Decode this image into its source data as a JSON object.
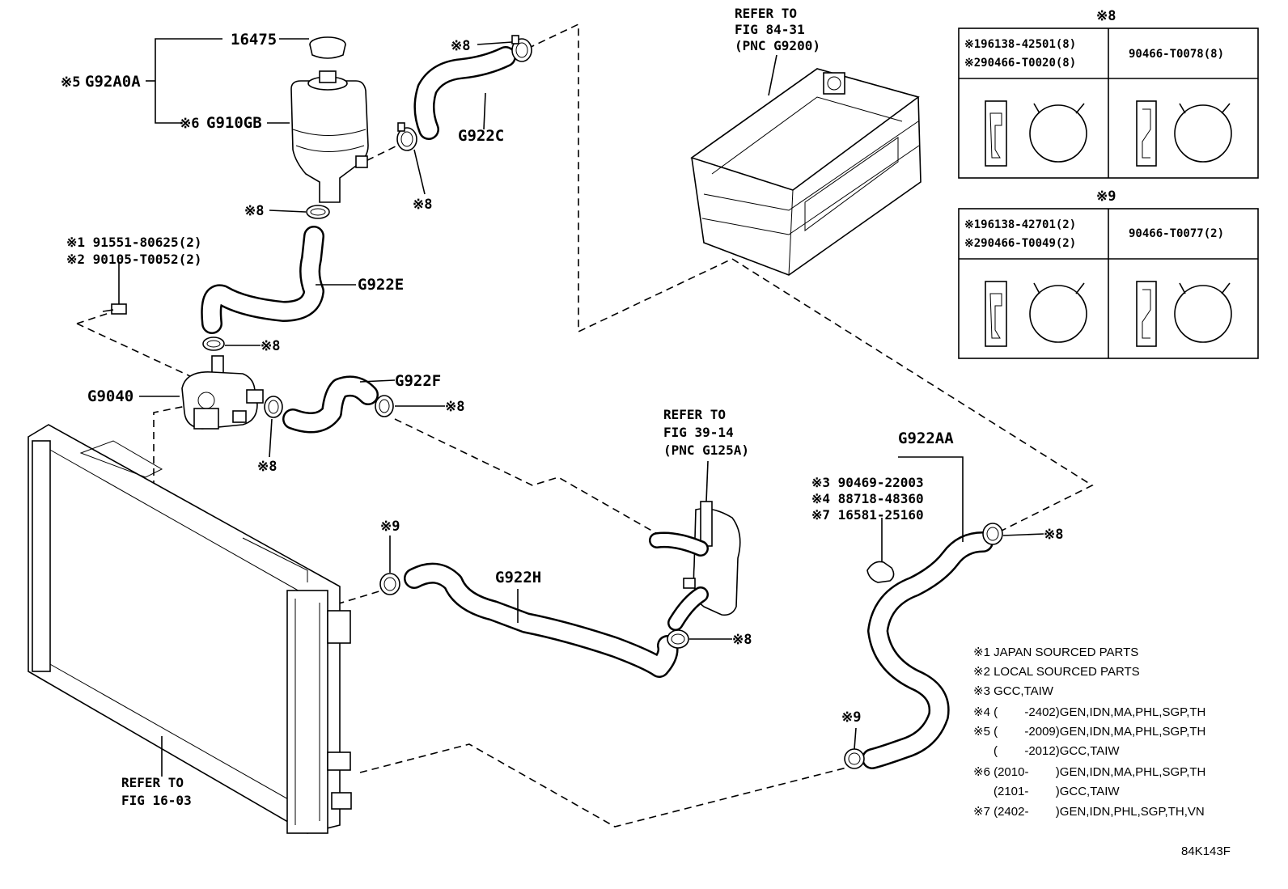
{
  "callouts": {
    "c16475": "16475",
    "g92a0a": "G92A0A",
    "g92a0a_note": "※5",
    "g910gb": "G910GB",
    "g910gb_note": "※6",
    "g922c": "G922C",
    "g922e": "G922E",
    "g922f": "G922F",
    "g9040": "G9040",
    "g922h": "G922H",
    "g922aa": "G922AA",
    "clamp8": "※8",
    "clamp9": "※9"
  },
  "bolt": {
    "line1": "※1 91551-80625(2)",
    "line2": "※2 90105-T0052(2)"
  },
  "g922aa_parts": {
    "line1": "※3 90469-22003",
    "line2": "※4 88718-48360",
    "line3": "※7 16581-25160"
  },
  "refs": {
    "inverter": [
      "REFER TO",
      "FIG 84-31",
      "(PNC G9200)"
    ],
    "cooler": [
      "REFER TO",
      "FIG 39-14",
      "(PNC G125A)"
    ],
    "radiator": [
      "REFER TO",
      "FIG 16-03"
    ]
  },
  "table8": {
    "title": "※8",
    "left_line1": "※196138-42501(8)",
    "left_line2": "※290466-T0020(8)",
    "right": "90466-T0078(8)"
  },
  "table9": {
    "title": "※9",
    "left_line1": "※196138-42701(2)",
    "left_line2": "※290466-T0049(2)",
    "right": "90466-T0077(2)"
  },
  "notes": [
    "※1 JAPAN SOURCED PARTS",
    "※2 LOCAL SOURCED PARTS",
    "※3 GCC,TAIW",
    "※4 (        -2402)GEN,IDN,MA,PHL,SGP,TH",
    "※5 (        -2009)GEN,IDN,MA,PHL,SGP,TH",
    "      (        -2012)GCC,TAIW",
    "※6 (2010-        )GEN,IDN,MA,PHL,SGP,TH",
    "      (2101-        )GCC,TAIW",
    "※7 (2402-        )GEN,IDN,PHL,SGP,TH,VN"
  ],
  "figure_id": "84K143F"
}
